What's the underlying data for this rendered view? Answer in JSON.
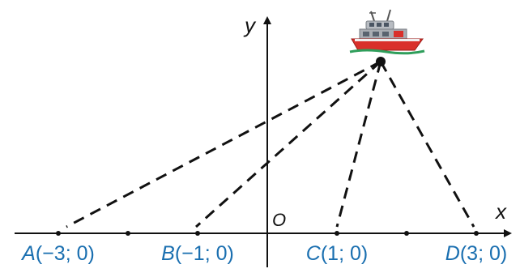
{
  "axes": {
    "x_label": "x",
    "y_label": "y",
    "origin_label": "O"
  },
  "points": [
    {
      "name": "A",
      "coords": "(−3; 0)",
      "x": -3
    },
    {
      "name": "B",
      "coords": "(−1; 0)",
      "x": -1
    },
    {
      "name": "C",
      "coords": "(1; 0)",
      "x": 1
    },
    {
      "name": "D",
      "coords": "(3; 0)",
      "x": 3
    }
  ],
  "ticks": [
    -3,
    -2,
    -1,
    1,
    2,
    3
  ],
  "colors": {
    "label_blue": "#1a6fb0",
    "axis": "#111111",
    "ship_hull_red": "#d9302b",
    "ship_cabin_gray": "#a9adb3"
  },
  "icons": [
    "ship-icon"
  ]
}
